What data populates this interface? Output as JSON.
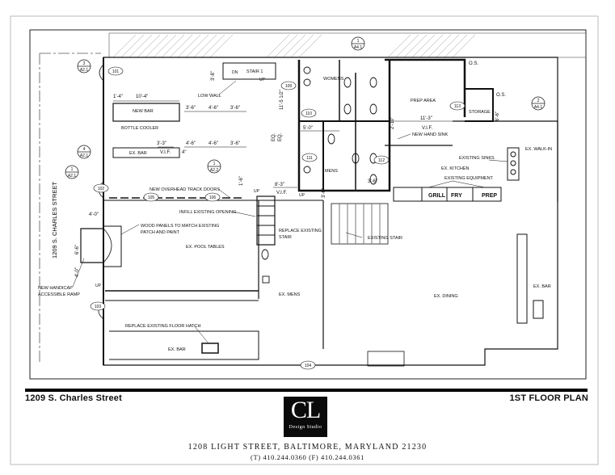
{
  "title_block": {
    "project": "1209 S. Charles Street",
    "sheet_title": "1ST FLOOR PLAN",
    "logo_letters": "CL",
    "logo_subtitle": "Design Studio",
    "address": "1208 LIGHT STREET, BALTIMORE, MARYLAND 21230",
    "phones": "(T) 410.244.0360    (F) 410.244.0361"
  },
  "plan": {
    "street_label": "1209 S. CHARLES STREET",
    "room_labels": {
      "womens": "WOMENS",
      "mens": "MENS",
      "prep_area": "PREP AREA",
      "storage": "STORAGE",
      "new_bar": "NEW BAR",
      "bottle_cooler": "BOTTLE COOLER",
      "ex_bar_upper": "EX. BAR",
      "ex_kitchen": "EX. KITCHEN",
      "ex_walk_in": "EX. WALK-IN",
      "ex_pool_tables": "EX. POOL TABLES",
      "ex_mens": "EX. MENS",
      "ex_dining": "EX. DINING",
      "ex_bar_right": "EX. BAR",
      "ex_bar_lower": "EX. BAR",
      "grill": "GRILL",
      "fry": "FRY",
      "prep": "PREP",
      "stair1": "STAIR 1"
    },
    "notes": {
      "low_wall": "LOW WALL",
      "new_hand_sink": "NEW HAND SINK",
      "existing_sinks": "EXISTING SINKS",
      "existing_equipment": "EXISTING EQUIPMENT",
      "overhead_doors": "NEW OVERHEAD TRACK DOORS",
      "infill_opening": "INFILL EXISTING OPENING",
      "replace_stair_1": "REPLACE EXISTING",
      "replace_stair_2": "STAIR",
      "existing_stair": "EXISTING STAIR",
      "wood_panels_1": "WOOD PANELS TO MATCH EXISTING",
      "wood_panels_2": "PATCH AND PAINT",
      "ramp_1": "NEW HANDICAP",
      "ramp_2": "ACCESSIBLE RAMP",
      "floor_hatch": "REPLACE EXISTING FLOOR HATCH"
    },
    "dimensions": {
      "d_3_8": "3'-8\"",
      "d_1_4": "1'-4\"",
      "d_10_4": "10'-4\"",
      "d_3_6a": "3'-6\"",
      "d_4_6a": "4'-6\"",
      "d_3_6b": "3'-6\"",
      "d_3_3": "3'-3\"",
      "d_4_6b": "4'-6\"",
      "d_4_6c": "4'-6\"",
      "d_3_6c": "3'-6\"",
      "vif1": "V.I.F.",
      "d_4": "4\"",
      "d_11_5h": "11'-5 1/2\"",
      "d_5_0": "5'-0\"",
      "d_11_3": "11'-3\"",
      "vif2": "V.I.F.",
      "d_8_3": "8'-3\"",
      "vif3": "V.I.F.",
      "d_1_6": "1'-6\"",
      "d_3_6d": "3'-6\"",
      "d_3_6e": "3'-6\"",
      "d_4_0a": "4'-0\"",
      "d_6_6a": "6'-6\"",
      "d_4_0b": "4'-0\"",
      "d_6_6b": "6'-6\"",
      "d_2_10": "2'-10\"",
      "eq1": "EQ.",
      "eq2": "EQ.",
      "os1": "O.S.",
      "os2": "O.S."
    },
    "door_tags": {
      "t101": "101",
      "t102": "102",
      "t103": "103",
      "t104": "104",
      "t105": "105",
      "t106": "106",
      "t109": "109",
      "t110": "110",
      "t111": "111",
      "t112": "112",
      "t113": "113"
    },
    "section_markers": {
      "m1_num": "1",
      "m1_sheet": "A4.1",
      "m2_num": "2",
      "m2_sheet": "A4.1",
      "m3_num": "3",
      "m3_sheet": "A2.1",
      "m4_num": "4",
      "m4_sheet": "A2.1",
      "m5_num": "1",
      "m5_sheet": "A2.1",
      "m6_num": "1",
      "m6_sheet": "A2.2"
    },
    "up_labels": {
      "up1": "UP",
      "up2": "UP",
      "up3": "UP",
      "up4": "UP",
      "dn": "DN"
    }
  }
}
